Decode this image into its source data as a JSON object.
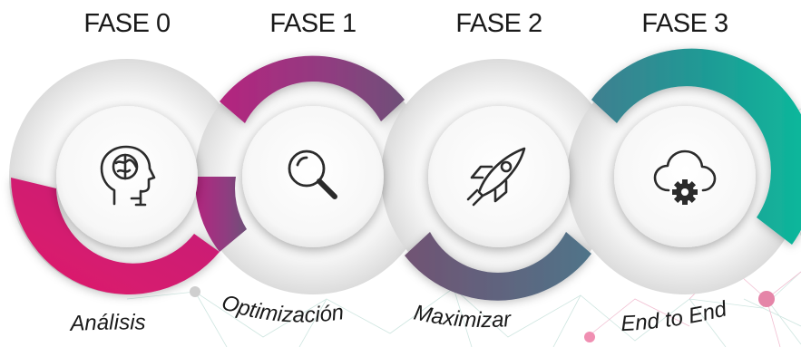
{
  "phases": [
    {
      "label": "FASE 0",
      "caption": "Análisis",
      "icon": "head-brain-icon",
      "color": "#d81b6a"
    },
    {
      "label": "FASE 1",
      "caption": "Optimización",
      "icon": "magnifier-icon",
      "color": "#a12b86"
    },
    {
      "label": "FASE 2",
      "caption": "Maximizar",
      "icon": "rocket-icon",
      "color": "#5c5f83"
    },
    {
      "label": "FASE 3",
      "caption": "End to End",
      "icon": "cloud-gear-icon",
      "color": "#12b39b"
    }
  ]
}
